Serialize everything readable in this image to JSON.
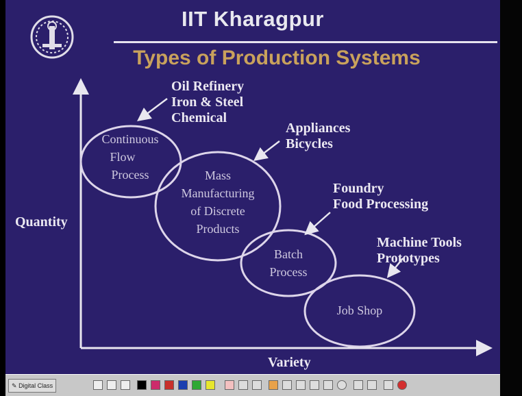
{
  "header": {
    "institution": "IIT Kharagpur",
    "slide_title": "Types of Production Systems"
  },
  "diagram": {
    "y_axis_label": "Quantity",
    "x_axis_label": "Variety",
    "regions": [
      {
        "name": "Continuous Flow Process",
        "lines": [
          "Continuous",
          "Flow",
          "Process"
        ]
      },
      {
        "name": "Mass Manufacturing of Discrete Products",
        "lines": [
          "Mass",
          "Manufacturing",
          "of Discrete",
          "Products"
        ]
      },
      {
        "name": "Batch Process",
        "lines": [
          "Batch",
          "Process"
        ]
      },
      {
        "name": "Job Shop",
        "lines": [
          "Job Shop"
        ]
      }
    ],
    "examples": [
      {
        "lines": [
          "Oil Refinery",
          "Iron & Steel",
          "Chemical"
        ]
      },
      {
        "lines": [
          "Appliances",
          "Bicycles"
        ]
      },
      {
        "lines": [
          "Foundry",
          "Food Processing"
        ]
      },
      {
        "lines": [
          "Machine Tools",
          "Prototypes"
        ]
      }
    ]
  },
  "toolbar": {
    "app_label": "Digital Class",
    "pen_colors": [
      "#000000",
      "#cc2b6b",
      "#c8302a",
      "#1b3fb0",
      "#2fa834",
      "#e7e62d"
    ]
  }
}
